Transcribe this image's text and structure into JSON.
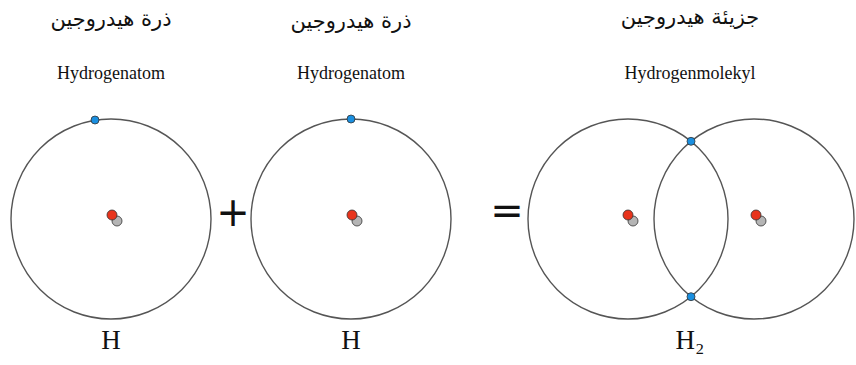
{
  "diagram": {
    "labels": [
      "ذرة هيدروجين",
      "ذرة هيدروجين",
      "جزيئة هيدروجين",
      "Hydrogenatom",
      "Hydrogenatom",
      "Hydrogenmolekyl",
      "+",
      "=",
      "H",
      "H",
      "H₂"
    ]
  }
}
